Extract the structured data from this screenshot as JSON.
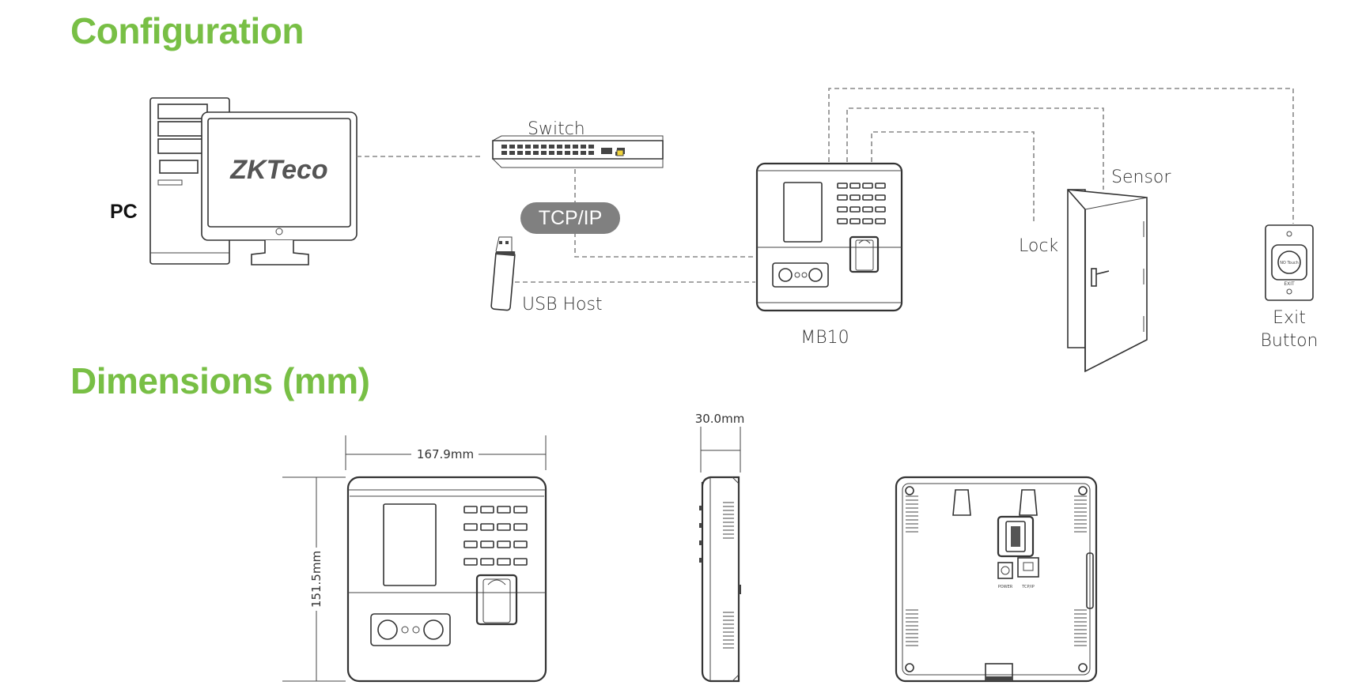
{
  "config": {
    "heading": "Configuration",
    "pc_label": "PC",
    "logo_text": "ZKTeco",
    "switch_label": "Switch",
    "tcpip_label": "TCP/IP",
    "usb_label": "USB Host",
    "device_label": "MB10",
    "lock_label": "Lock",
    "sensor_label": "Sensor",
    "exit_line1": "Exit",
    "exit_line2": "Button",
    "exit_face_text": "NO Touch",
    "exit_plate_text": "EXIT"
  },
  "dimensions": {
    "heading": "Dimensions (mm)",
    "width": "167.9mm",
    "height": "151.5mm",
    "depth": "30.0mm",
    "power_port": "POWER",
    "tcpip_port": "TCP/IP"
  },
  "colors": {
    "heading": "#78bf45",
    "pill": "#808080",
    "line": "#333333",
    "dashed": "#888888"
  }
}
